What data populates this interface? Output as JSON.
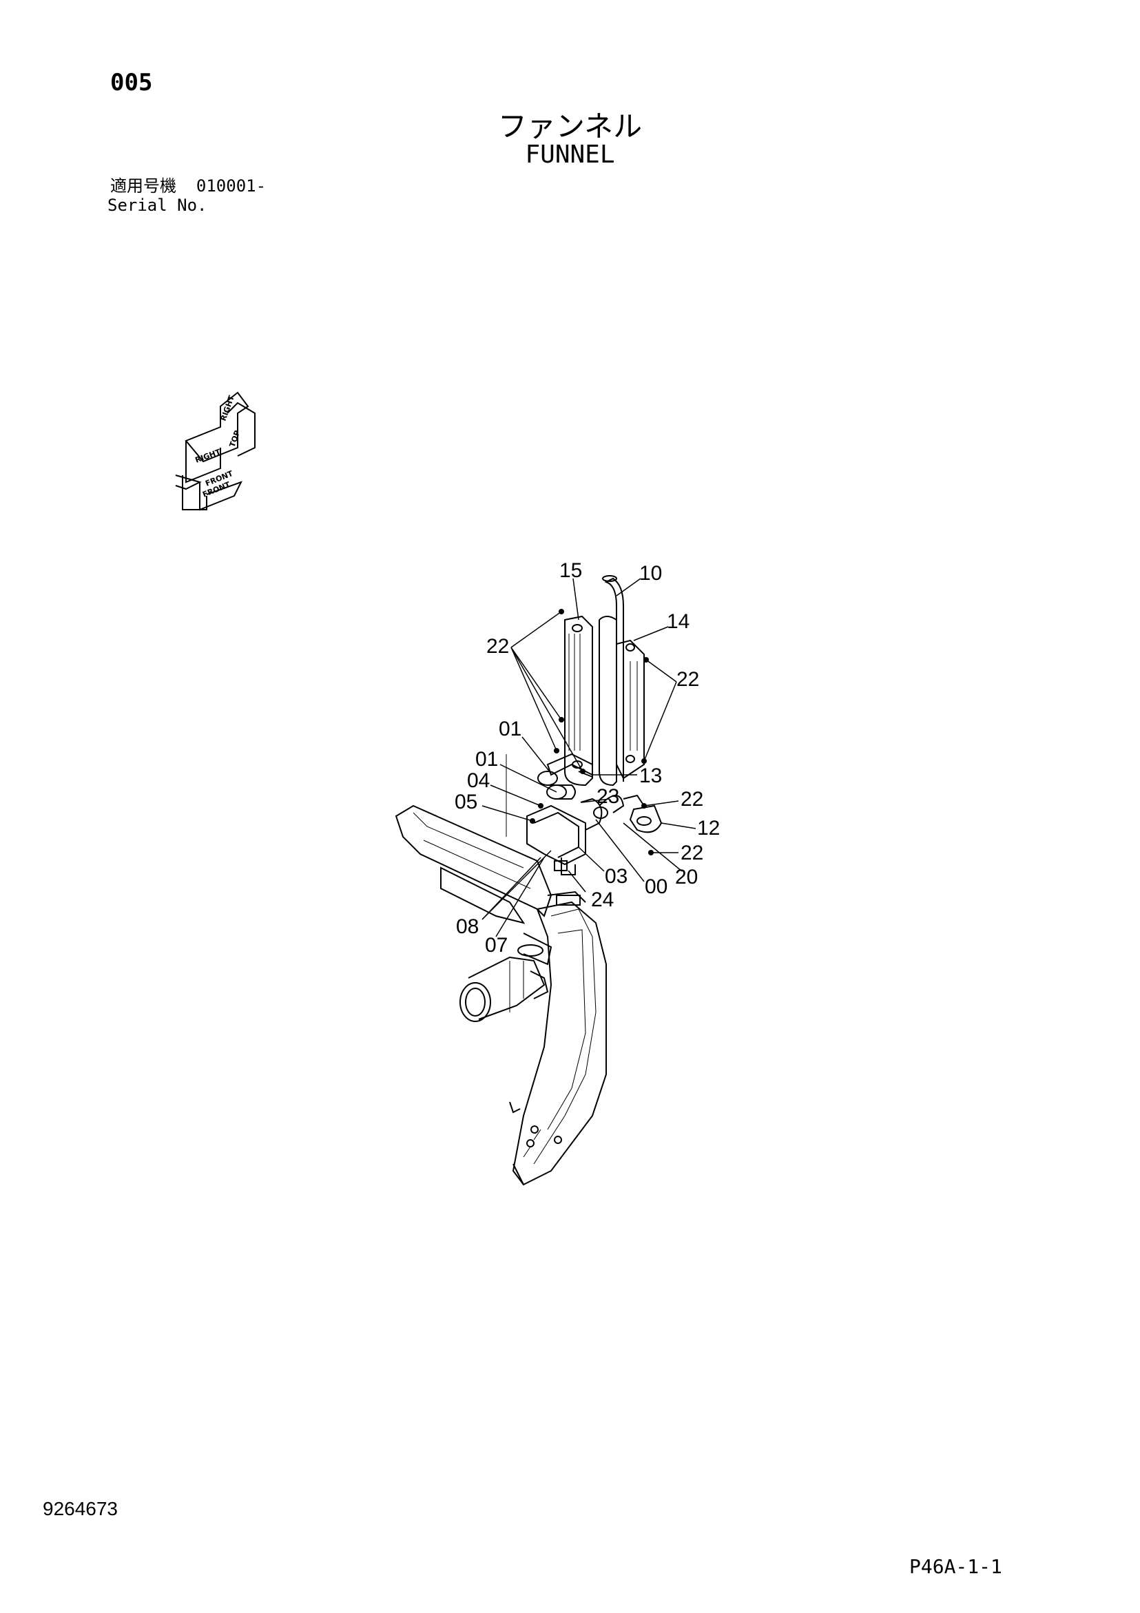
{
  "header": {
    "page_number": "005",
    "title_japanese": "ファンネル",
    "title_english": "FUNNEL",
    "serial_label_japanese": "適用号機",
    "serial_value": "010001-",
    "serial_label_english": "Serial No."
  },
  "orientation_indicator": {
    "labels": [
      "TOP",
      "RIGHT",
      "RIGHT",
      "FRONT",
      "FRONT"
    ]
  },
  "callouts": [
    "15",
    "10",
    "14",
    "22",
    "22",
    "01",
    "01",
    "04",
    "05",
    "13",
    "23",
    "22",
    "12",
    "22",
    "03",
    "00",
    "20",
    "24",
    "08",
    "07"
  ],
  "footer": {
    "document_number": "9264673",
    "page_reference": "P46A-1-1"
  }
}
